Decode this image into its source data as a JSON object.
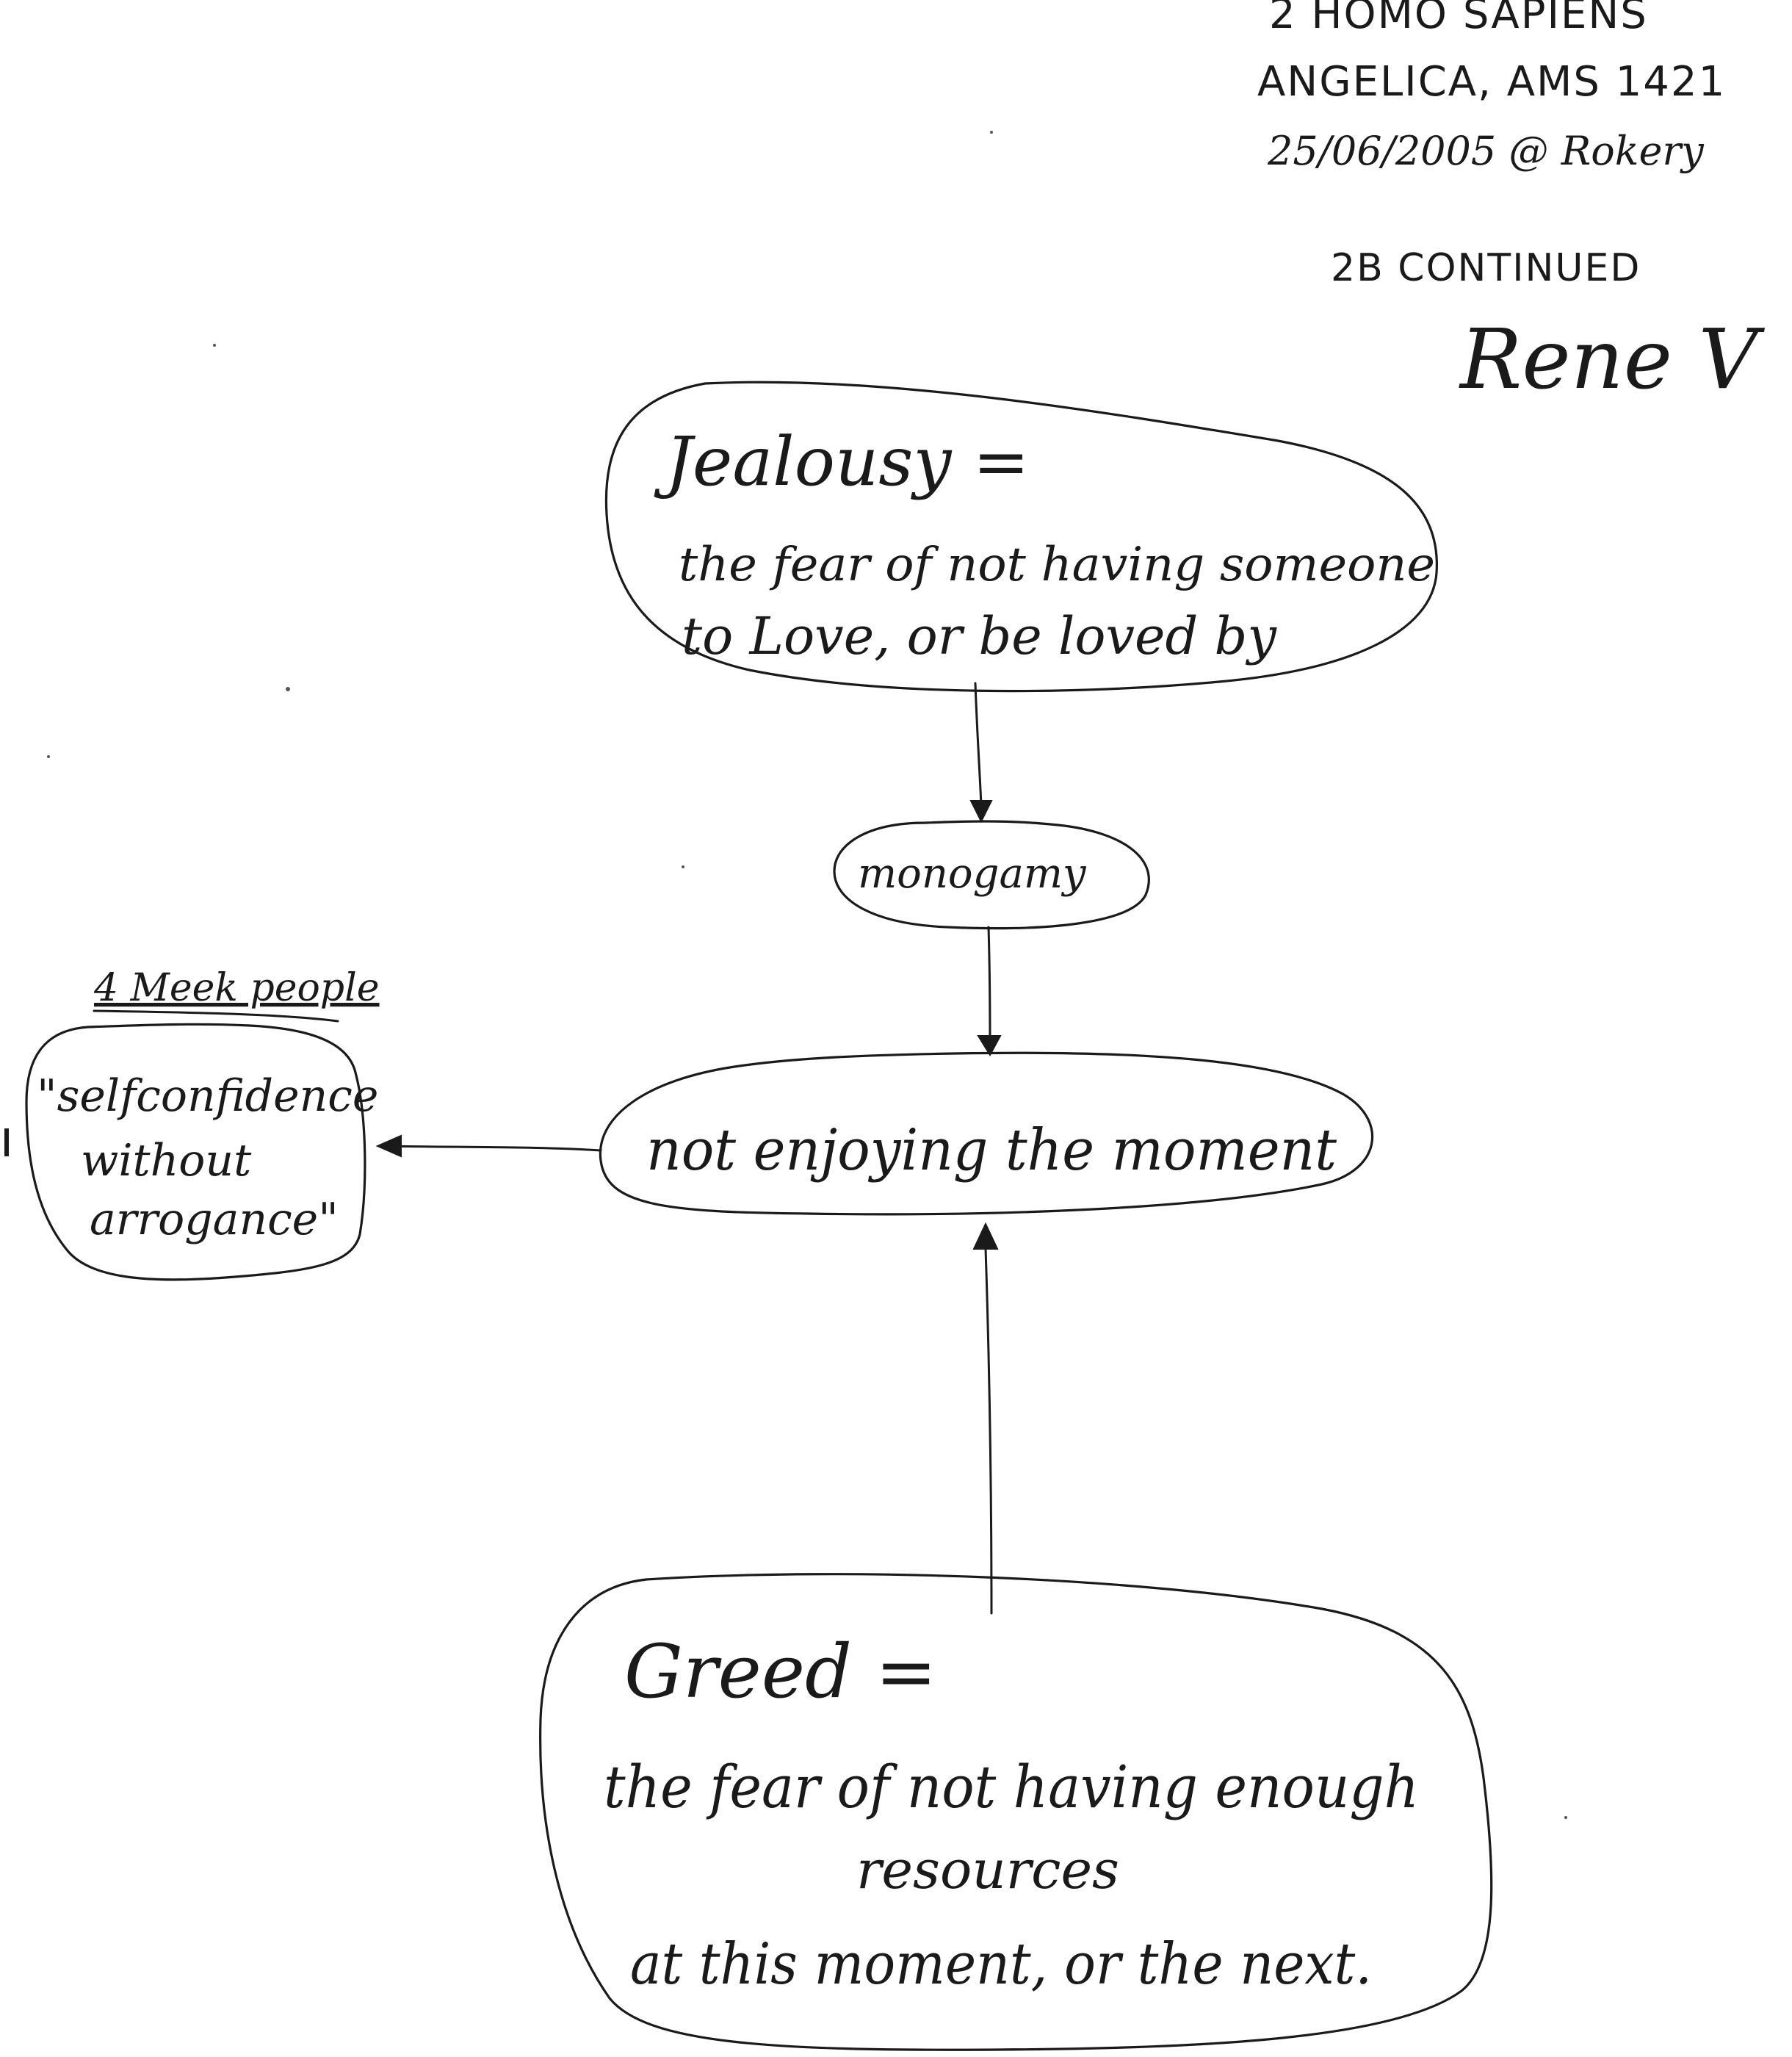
{
  "header": {
    "line1": "2 HOMO SAPIENS",
    "line2": "ANGELICA, AMS 1421",
    "line3": "25/06/2005 @ Rokery",
    "continued": "2B CONTINUED",
    "signature": "Rene V"
  },
  "nodes": {
    "jealousy": {
      "title": "Jealousy =",
      "line1": "the fear of not having someone",
      "line2": "to Love, or be loved by"
    },
    "monogamy": {
      "label": "monogamy"
    },
    "not_enjoying": {
      "label": "not enjoying the moment"
    },
    "selfconfidence": {
      "caption": "4 Meek people",
      "line1": "\"selfconfidence",
      "line2": "without",
      "line3": "arrogance\""
    },
    "greed": {
      "title": "Greed =",
      "line1": "the fear of not having enough",
      "line2": "resources",
      "line3": "at this moment, or the next."
    }
  },
  "edges": [
    {
      "from": "jealousy",
      "to": "monogamy"
    },
    {
      "from": "monogamy",
      "to": "not_enjoying"
    },
    {
      "from": "not_enjoying",
      "to": "selfconfidence"
    },
    {
      "from": "greed",
      "to": "not_enjoying"
    }
  ]
}
